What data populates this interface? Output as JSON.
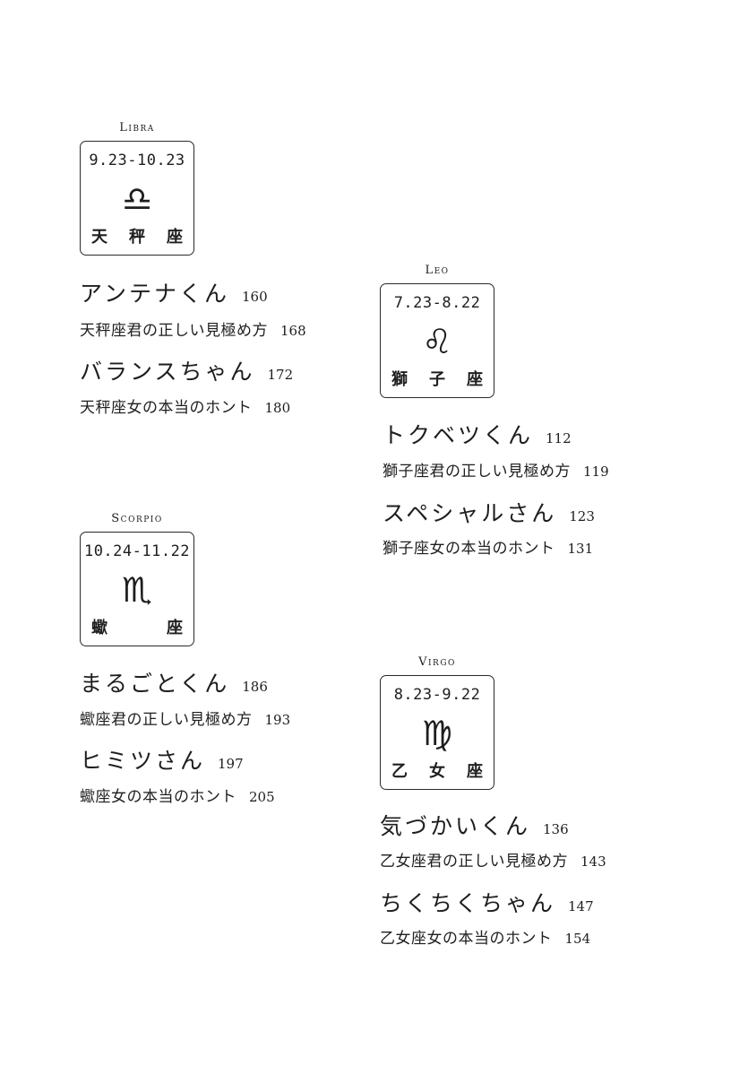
{
  "signs": [
    {
      "name": "Libra",
      "dates": "9.23-10.23",
      "glyph": "♎",
      "kanji": [
        "天",
        "秤",
        "座"
      ],
      "entries": [
        {
          "title": "アンテナくん",
          "page": "160"
        },
        {
          "title": "天秤座君の正しい見極め方",
          "page": "168"
        },
        {
          "title": "バランスちゃん",
          "page": "172"
        },
        {
          "title": "天秤座女の本当のホント",
          "page": "180"
        }
      ]
    },
    {
      "name": "Leo",
      "dates": "7.23-8.22",
      "glyph": "♌",
      "kanji": [
        "獅",
        "子",
        "座"
      ],
      "entries": [
        {
          "title": "トクベツくん",
          "page": "112"
        },
        {
          "title": "獅子座君の正しい見極め方",
          "page": "119"
        },
        {
          "title": "スペシャルさん",
          "page": "123"
        },
        {
          "title": "獅子座女の本当のホント",
          "page": "131"
        }
      ]
    },
    {
      "name": "Scorpio",
      "dates": "10.24-11.22",
      "glyph": "♏",
      "kanji": [
        "蠍",
        "座"
      ],
      "entries": [
        {
          "title": "まるごとくん",
          "page": "186"
        },
        {
          "title": "蠍座君の正しい見極め方",
          "page": "193"
        },
        {
          "title": "ヒミツさん",
          "page": "197"
        },
        {
          "title": "蠍座女の本当のホント",
          "page": "205"
        }
      ]
    },
    {
      "name": "Virgo",
      "dates": "8.23-9.22",
      "glyph": "♍",
      "kanji": [
        "乙",
        "女",
        "座"
      ],
      "entries": [
        {
          "title": "気づかいくん",
          "page": "136"
        },
        {
          "title": "乙女座君の正しい見極め方",
          "page": "143"
        },
        {
          "title": "ちくちくちゃん",
          "page": "147"
        },
        {
          "title": "乙女座女の本当のホント",
          "page": "154"
        }
      ]
    }
  ]
}
